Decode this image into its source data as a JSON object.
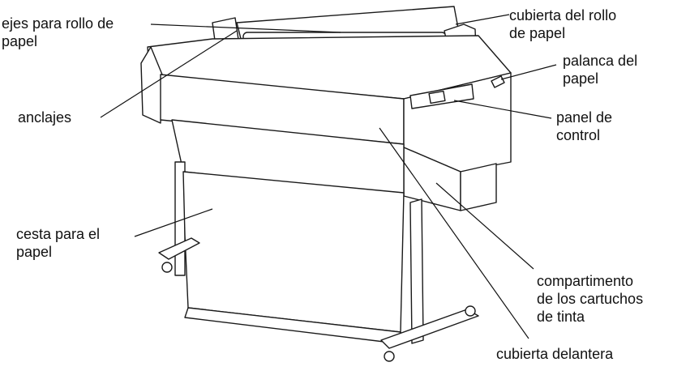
{
  "labels": {
    "ejes": [
      "ejes para rollo de",
      "papel"
    ],
    "anclajes": [
      "anclajes"
    ],
    "cesta": [
      "cesta para el",
      "papel"
    ],
    "cubierta_rollo": [
      "cubierta del rollo",
      "de papel"
    ],
    "palanca": [
      "palanca del",
      "papel"
    ],
    "panel": [
      "panel de",
      "control"
    ],
    "compartimento": [
      "compartimento",
      "de los cartuchos",
      "de tinta"
    ],
    "cubierta_delantera": [
      "cubierta delantera"
    ]
  }
}
